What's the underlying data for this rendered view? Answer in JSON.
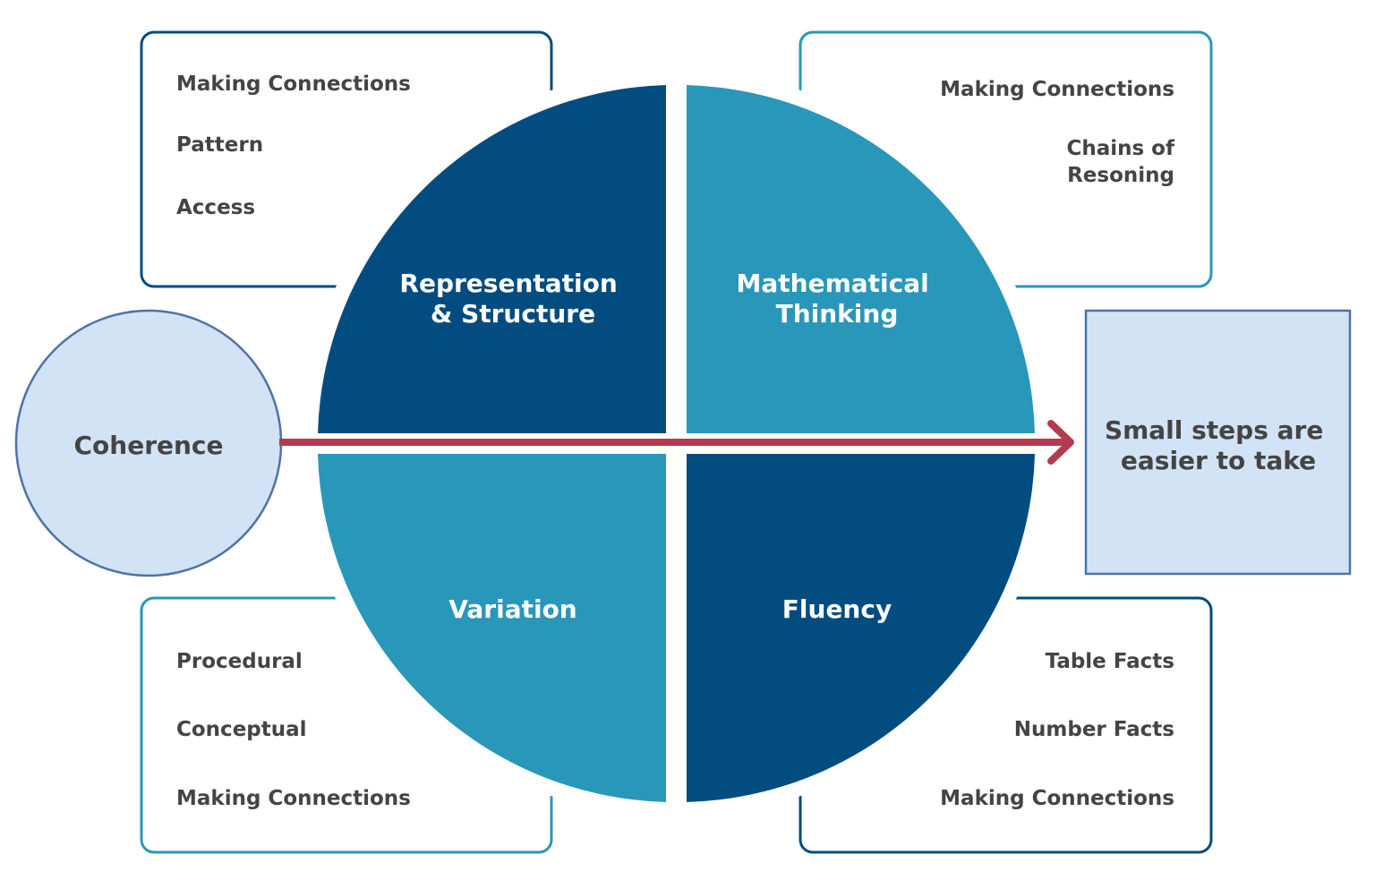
{
  "colors": {
    "dark_blue": "#024c80",
    "teal": "#2997b9",
    "light_fill": "#d2e3f5",
    "light_border": "#4d73a6",
    "arrow": "#b33b4f",
    "text_dark": "#444444",
    "text_light": "#ffffff"
  },
  "quadrants": {
    "top_left": {
      "title_lines": [
        "Representation",
        "& Structure"
      ]
    },
    "top_right": {
      "title_lines": [
        "Mathematical",
        "Thinking"
      ]
    },
    "bottom_left": {
      "title_lines": [
        "Variation"
      ]
    },
    "bottom_right": {
      "title_lines": [
        "Fluency"
      ]
    }
  },
  "boxes": {
    "top_left": {
      "items": [
        "Making Connections",
        "Pattern",
        "Access"
      ]
    },
    "top_right": {
      "items": [
        "Making Connections",
        "Chains of",
        "Resoning"
      ]
    },
    "bottom_left": {
      "items": [
        "Procedural",
        "Conceptual",
        "Making Connections"
      ]
    },
    "bottom_right": {
      "items": [
        "Table Facts",
        "Number Facts",
        "Making Connections"
      ]
    }
  },
  "coherence": {
    "label": "Coherence"
  },
  "outcome": {
    "lines": [
      "Small steps are",
      "easier to take"
    ]
  }
}
